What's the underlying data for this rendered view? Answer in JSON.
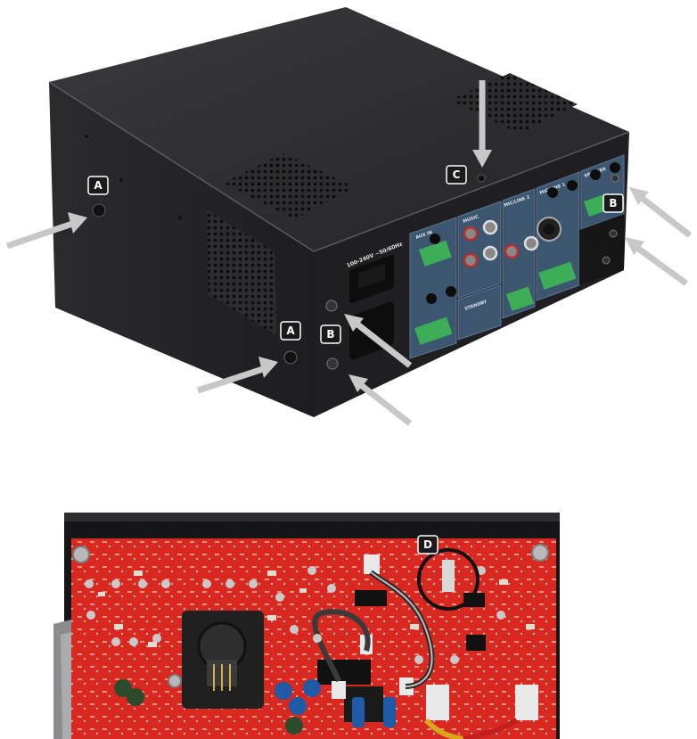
{
  "labels": {
    "a_left": "A",
    "a_front": "A",
    "b_right": "B",
    "b_left": "B",
    "c_top": "C",
    "d_board": "D"
  },
  "power_rating": "100-240V ~50/60Hz",
  "module_labels": {
    "aux": "AUX IN",
    "music": "MUSIC",
    "mic_line_1": "MIC/LINE 1",
    "mic_line_2": "MIC/LINE 2",
    "standby": "STANDBY",
    "speaker": "SPEAKER"
  },
  "colors": {
    "chassis": "#2a2a2c",
    "panel_blue": "#3d5670",
    "terminal_green": "#3cae57",
    "pcb_red": "#d8281f",
    "arrow_grey": "#c8c8c8"
  }
}
